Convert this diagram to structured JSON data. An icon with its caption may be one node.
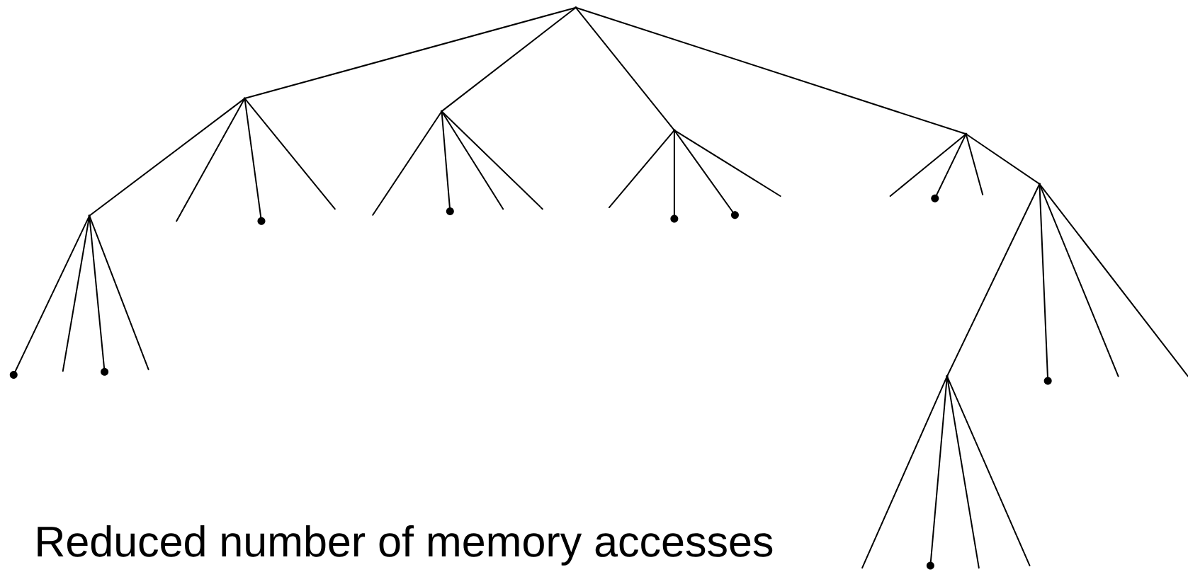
{
  "diagram": {
    "nodes": [
      {
        "text": [],
        "shape": "point"
      },
      {
        "text": [],
        "shape": "point"
      },
      {
        "text": [],
        "shape": "point"
      },
      {
        "text": [],
        "shape": "point"
      },
      {
        "text": [],
        "shape": "point"
      },
      {
        "text": [],
        "shape": "point"
      },
      {
        "text": [],
        "shape": "point"
      },
      {
        "text": [],
        "shape": "circle"
      },
      {
        "text": [],
        "shape": "circle"
      },
      {
        "text": [],
        "shape": "circle"
      },
      {
        "text": [],
        "shape": "circle"
      },
      {
        "text": [],
        "shape": "circle"
      },
      {
        "text": [],
        "shape": "circle"
      },
      {
        "text": [],
        "shape": "circle"
      },
      {
        "text": [],
        "shape": "circle"
      },
      {
        "text": [],
        "shape": "point"
      },
      {
        "text": [],
        "shape": "circle"
      }
    ],
    "edges": [
      {
        "from": 0,
        "to": 1,
        "arrow": "none"
      },
      {
        "from": 0,
        "to": 2,
        "arrow": "none"
      },
      {
        "from": 0,
        "to": 3,
        "arrow": "none"
      },
      {
        "from": 0,
        "to": 4,
        "arrow": "none"
      },
      {
        "from": 1,
        "to": 5,
        "arrow": "none"
      },
      {
        "from": 1,
        "to": null,
        "arrow": "none"
      },
      {
        "from": 1,
        "to": 7,
        "arrow": "none"
      },
      {
        "from": 1,
        "to": null,
        "arrow": "none"
      },
      {
        "from": 5,
        "to": 12,
        "arrow": "none"
      },
      {
        "from": 5,
        "to": null,
        "arrow": "none"
      },
      {
        "from": 5,
        "to": 13,
        "arrow": "none"
      },
      {
        "from": 5,
        "to": null,
        "arrow": "none"
      },
      {
        "from": 2,
        "to": null,
        "arrow": "none"
      },
      {
        "from": 2,
        "to": 8,
        "arrow": "none"
      },
      {
        "from": 2,
        "to": null,
        "arrow": "none"
      },
      {
        "from": 2,
        "to": null,
        "arrow": "none"
      },
      {
        "from": 3,
        "to": null,
        "arrow": "none"
      },
      {
        "from": 3,
        "to": 9,
        "arrow": "none"
      },
      {
        "from": 3,
        "to": 10,
        "arrow": "none"
      },
      {
        "from": 3,
        "to": null,
        "arrow": "none"
      },
      {
        "from": 4,
        "to": null,
        "arrow": "none"
      },
      {
        "from": 4,
        "to": 11,
        "arrow": "none"
      },
      {
        "from": 4,
        "to": null,
        "arrow": "none"
      },
      {
        "from": 4,
        "to": 6,
        "arrow": "none"
      },
      {
        "from": 6,
        "to": 15,
        "arrow": "none"
      },
      {
        "from": 6,
        "to": 14,
        "arrow": "none"
      },
      {
        "from": 6,
        "to": null,
        "arrow": "none"
      },
      {
        "from": 6,
        "to": null,
        "arrow": "none"
      },
      {
        "from": 15,
        "to": null,
        "arrow": "none"
      },
      {
        "from": 15,
        "to": 16,
        "arrow": "none"
      },
      {
        "from": 15,
        "to": null,
        "arrow": "none"
      },
      {
        "from": 15,
        "to": null,
        "arrow": "none"
      }
    ],
    "labels": [
      "Reduced number of memory accesses"
    ]
  }
}
